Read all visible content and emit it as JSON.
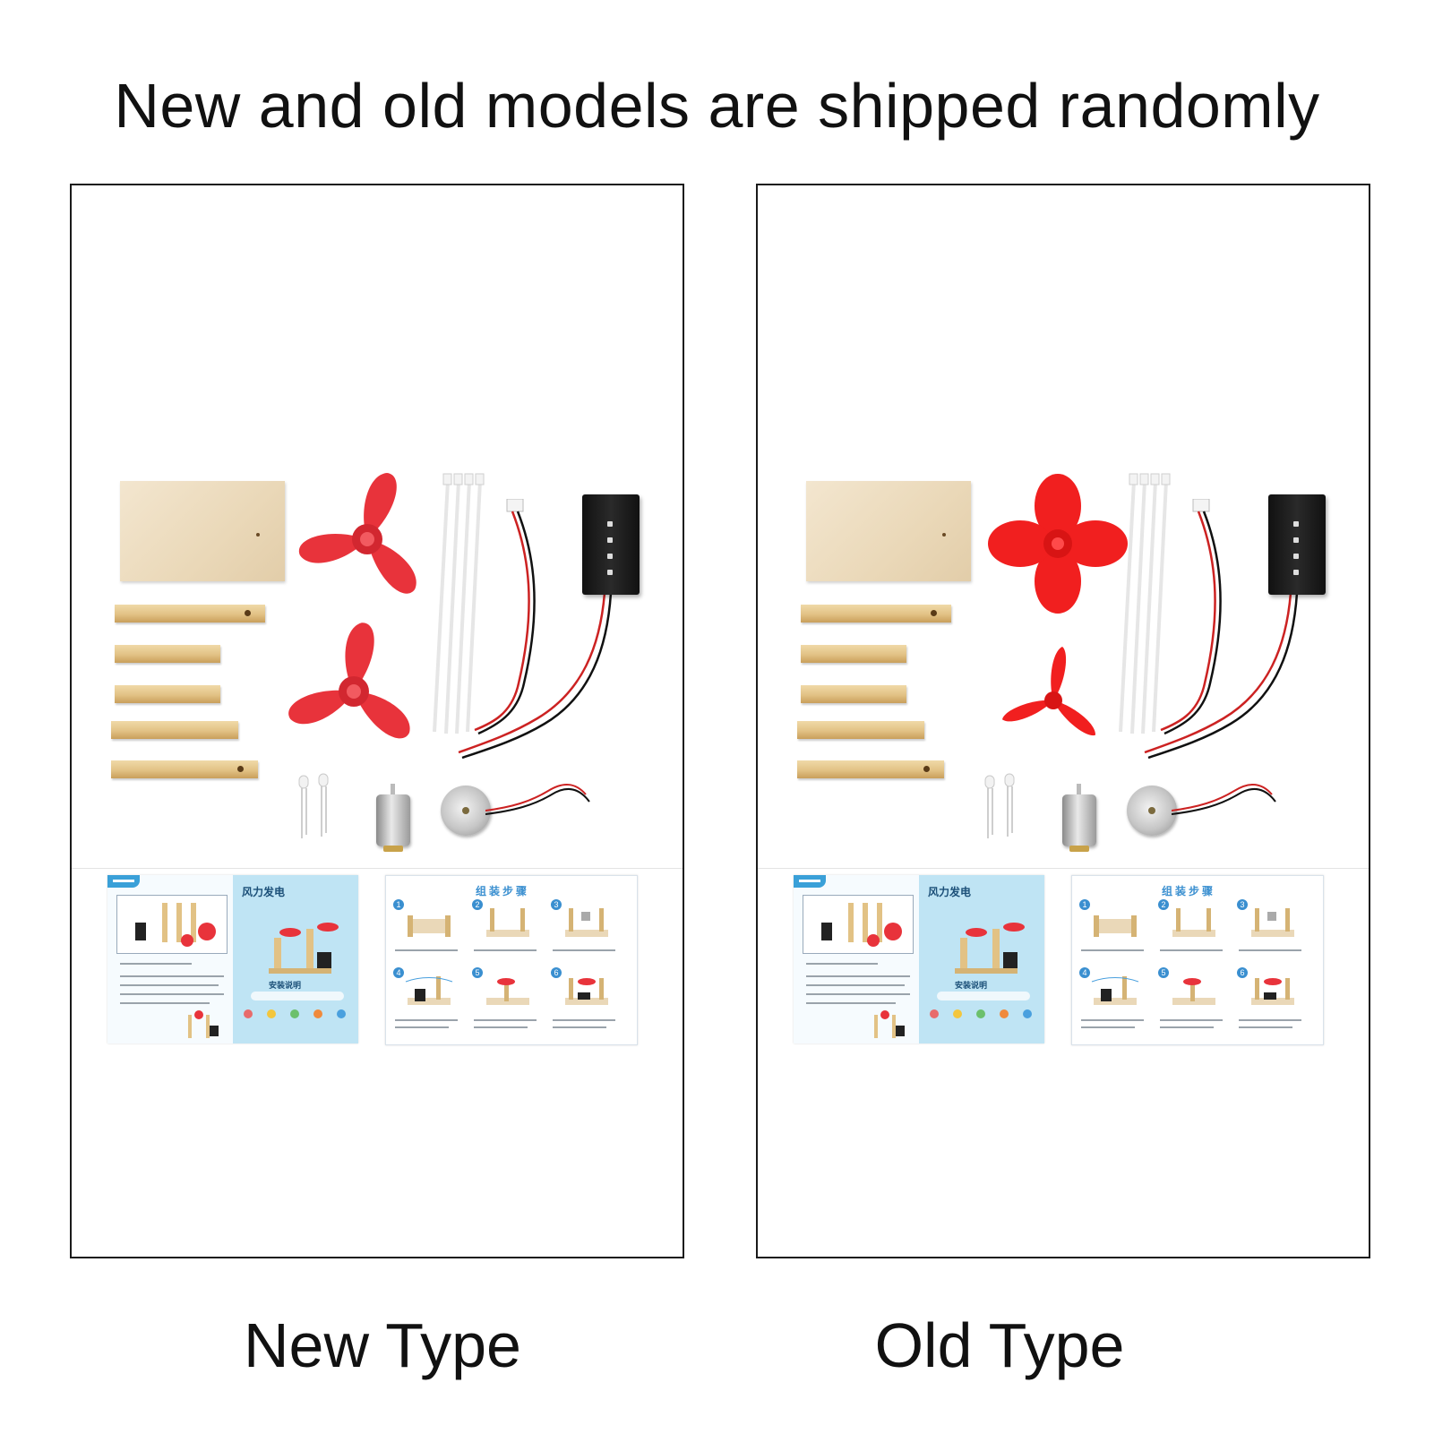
{
  "headline": "New and old models are shipped randomly",
  "captions": {
    "new": "New Type",
    "old": "Old Type"
  },
  "manual": {
    "cover_title": "风力发电",
    "cover_subtitle": "安装说明",
    "steps_title": "组装步骤",
    "step_numbers": [
      "1",
      "2",
      "3",
      "4",
      "5",
      "6"
    ]
  },
  "colors": {
    "fan_red": "#e8333b",
    "wood": "#e2c285",
    "battery_black": "#111111",
    "manual_blue": "#bfe4f4"
  }
}
